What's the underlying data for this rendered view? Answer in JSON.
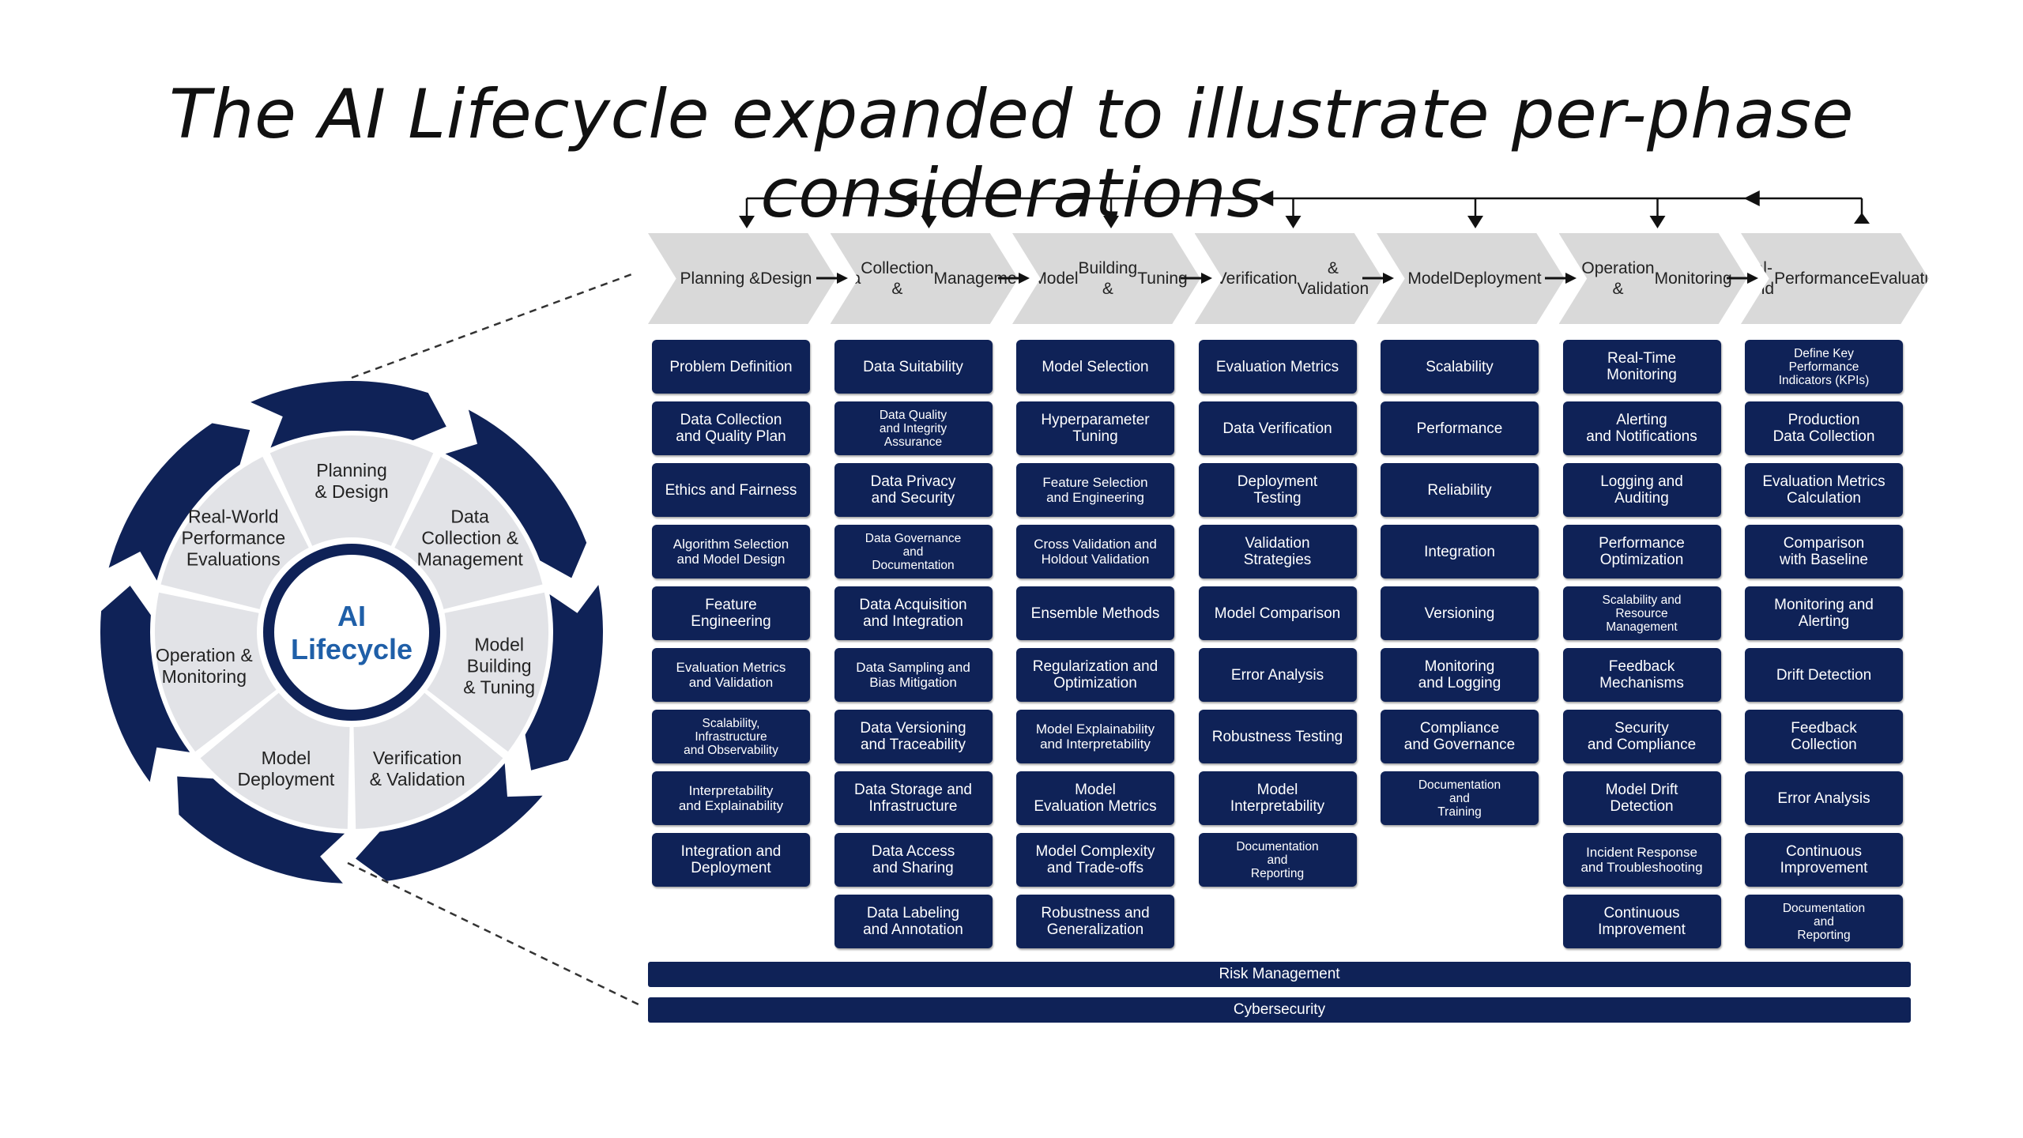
{
  "title": "The AI Lifecycle expanded to illustrate per-phase considerations",
  "colors": {
    "navy": "#0f2257",
    "light_gray": "#d9d9d9",
    "wheel_segment": "#e2e3e7"
  },
  "wheel": {
    "center": [
      "AI",
      "Lifecycle"
    ],
    "segments": [
      [
        "Planning",
        "& Design"
      ],
      [
        "Data",
        "Collection &",
        "Management"
      ],
      [
        "Model",
        "Building",
        "& Tuning"
      ],
      [
        "Verification",
        "& Validation"
      ],
      [
        "Model",
        "Deployment"
      ],
      [
        "Operation &",
        "Monitoring"
      ],
      [
        "Real-World",
        "Performance",
        "Evaluations"
      ]
    ]
  },
  "phases": [
    {
      "label": [
        "Planning &",
        "Design"
      ],
      "items": [
        [
          "Problem Definition"
        ],
        [
          "Data Collection",
          "and Quality Plan"
        ],
        [
          "Ethics and Fairness"
        ],
        [
          "Algorithm Selection",
          "and Model Design"
        ],
        [
          "Feature",
          "Engineering"
        ],
        [
          "Evaluation Metrics",
          "and Validation"
        ],
        [
          "Scalability,",
          "Infrastructure",
          "and Observability"
        ],
        [
          "Interpretability",
          "and Explainability"
        ],
        [
          "Integration and",
          "Deployment"
        ]
      ]
    },
    {
      "label": [
        "Data",
        "Collection &",
        "Management"
      ],
      "items": [
        [
          "Data Suitability"
        ],
        [
          "Data Quality",
          "and Integrity",
          "Assurance"
        ],
        [
          "Data Privacy",
          "and Security"
        ],
        [
          "Data Governance",
          "and",
          "Documentation"
        ],
        [
          "Data Acquisition",
          "and Integration"
        ],
        [
          "Data Sampling and",
          "Bias Mitigation"
        ],
        [
          "Data Versioning",
          "and Traceability"
        ],
        [
          "Data Storage and",
          "Infrastructure"
        ],
        [
          "Data Access",
          "and Sharing"
        ],
        [
          "Data Labeling",
          "and Annotation"
        ]
      ]
    },
    {
      "label": [
        "Model",
        "Building &",
        "Tuning"
      ],
      "items": [
        [
          "Model Selection"
        ],
        [
          "Hyperparameter",
          "Tuning"
        ],
        [
          "Feature Selection",
          "and Engineering"
        ],
        [
          "Cross Validation and",
          "Holdout Validation"
        ],
        [
          "Ensemble Methods"
        ],
        [
          "Regularization and",
          "Optimization"
        ],
        [
          "Model Explainability",
          "and Interpretability"
        ],
        [
          "Model",
          "Evaluation Metrics"
        ],
        [
          "Model Complexity",
          "and Trade-offs"
        ],
        [
          "Robustness and",
          "Generalization"
        ]
      ]
    },
    {
      "label": [
        "Verification",
        "& Validation"
      ],
      "items": [
        [
          "Evaluation Metrics"
        ],
        [
          "Data Verification"
        ],
        [
          "Deployment",
          "Testing"
        ],
        [
          "Validation",
          "Strategies"
        ],
        [
          "Model Comparison"
        ],
        [
          "Error Analysis"
        ],
        [
          "Robustness Testing"
        ],
        [
          "Model",
          "Interpretability"
        ],
        [
          "Documentation",
          "and",
          "Reporting"
        ]
      ]
    },
    {
      "label": [
        "Model",
        "Deployment"
      ],
      "items": [
        [
          "Scalability"
        ],
        [
          "Performance"
        ],
        [
          "Reliability"
        ],
        [
          "Integration"
        ],
        [
          "Versioning"
        ],
        [
          "Monitoring",
          "and Logging"
        ],
        [
          "Compliance",
          "and Governance"
        ],
        [
          "Documentation",
          "and",
          "Training"
        ]
      ]
    },
    {
      "label": [
        "Operation &",
        "Monitoring"
      ],
      "items": [
        [
          "Real-Time",
          "Monitoring"
        ],
        [
          "Alerting",
          "and Notifications"
        ],
        [
          "Logging and",
          "Auditing"
        ],
        [
          "Performance",
          "Optimization"
        ],
        [
          "Scalability and",
          "Resource",
          "Management"
        ],
        [
          "Feedback",
          "Mechanisms"
        ],
        [
          "Security",
          "and Compliance"
        ],
        [
          "Model Drift",
          "Detection"
        ],
        [
          "Incident Response",
          "and Troubleshooting"
        ],
        [
          "Continuous",
          "Improvement"
        ]
      ]
    },
    {
      "label": [
        "Real-World",
        "Performance",
        "Evaluation"
      ],
      "items": [
        [
          "Define Key",
          "Performance",
          "Indicators (KPIs)"
        ],
        [
          "Production",
          "Data Collection"
        ],
        [
          "Evaluation Metrics",
          "Calculation"
        ],
        [
          "Comparison",
          "with Baseline"
        ],
        [
          "Monitoring and",
          "Alerting"
        ],
        [
          "Drift Detection"
        ],
        [
          "Feedback",
          "Collection"
        ],
        [
          "Error Analysis"
        ],
        [
          "Continuous",
          "Improvement"
        ],
        [
          "Documentation",
          "and",
          "Reporting"
        ]
      ]
    }
  ],
  "bands": [
    "Risk Management",
    "Cybersecurity"
  ]
}
